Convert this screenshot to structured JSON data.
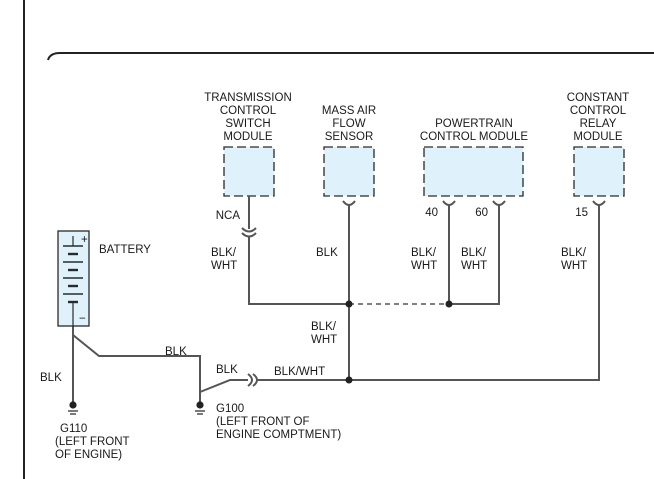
{
  "modules": {
    "tcs": {
      "lines": [
        "TRANSMISSION",
        "CONTROL",
        "SWITCH",
        "MODULE"
      ],
      "pin": "NCA"
    },
    "maf": {
      "lines": [
        "MASS AIR",
        "FLOW",
        "SENSOR"
      ]
    },
    "pcm": {
      "lines": [
        "POWERTRAIN",
        "CONTROL MODULE"
      ],
      "pins": [
        "40",
        "60"
      ]
    },
    "ccr": {
      "lines": [
        "CONSTANT",
        "CONTROL",
        "RELAY",
        "MODULE"
      ],
      "pin": "15"
    }
  },
  "wires": {
    "tcs": [
      "BLK/",
      "WHT"
    ],
    "maf": "BLK",
    "pcm40": [
      "BLK/",
      "WHT"
    ],
    "pcm60": [
      "BLK/",
      "WHT"
    ],
    "ccr": [
      "BLK/",
      "WHT"
    ],
    "splice_down": [
      "BLK/",
      "WHT"
    ],
    "battery_neg": "BLK",
    "battery_to_g100": "BLK",
    "g100_blk": "BLK",
    "g100_blkwht": "BLK/WHT"
  },
  "battery": {
    "label": "BATTERY",
    "pos": "+",
    "neg": "−"
  },
  "grounds": {
    "g110": {
      "lines": [
        "G110",
        "(LEFT FRONT",
        "OF ENGINE)"
      ]
    },
    "g100": {
      "lines": [
        "G100",
        "(LEFT FRONT OF",
        "ENGINE COMPTMENT)"
      ]
    }
  },
  "colors": {
    "wire": "#555555",
    "module_fill": "#dff1fa",
    "text": "#1a1a1a"
  }
}
